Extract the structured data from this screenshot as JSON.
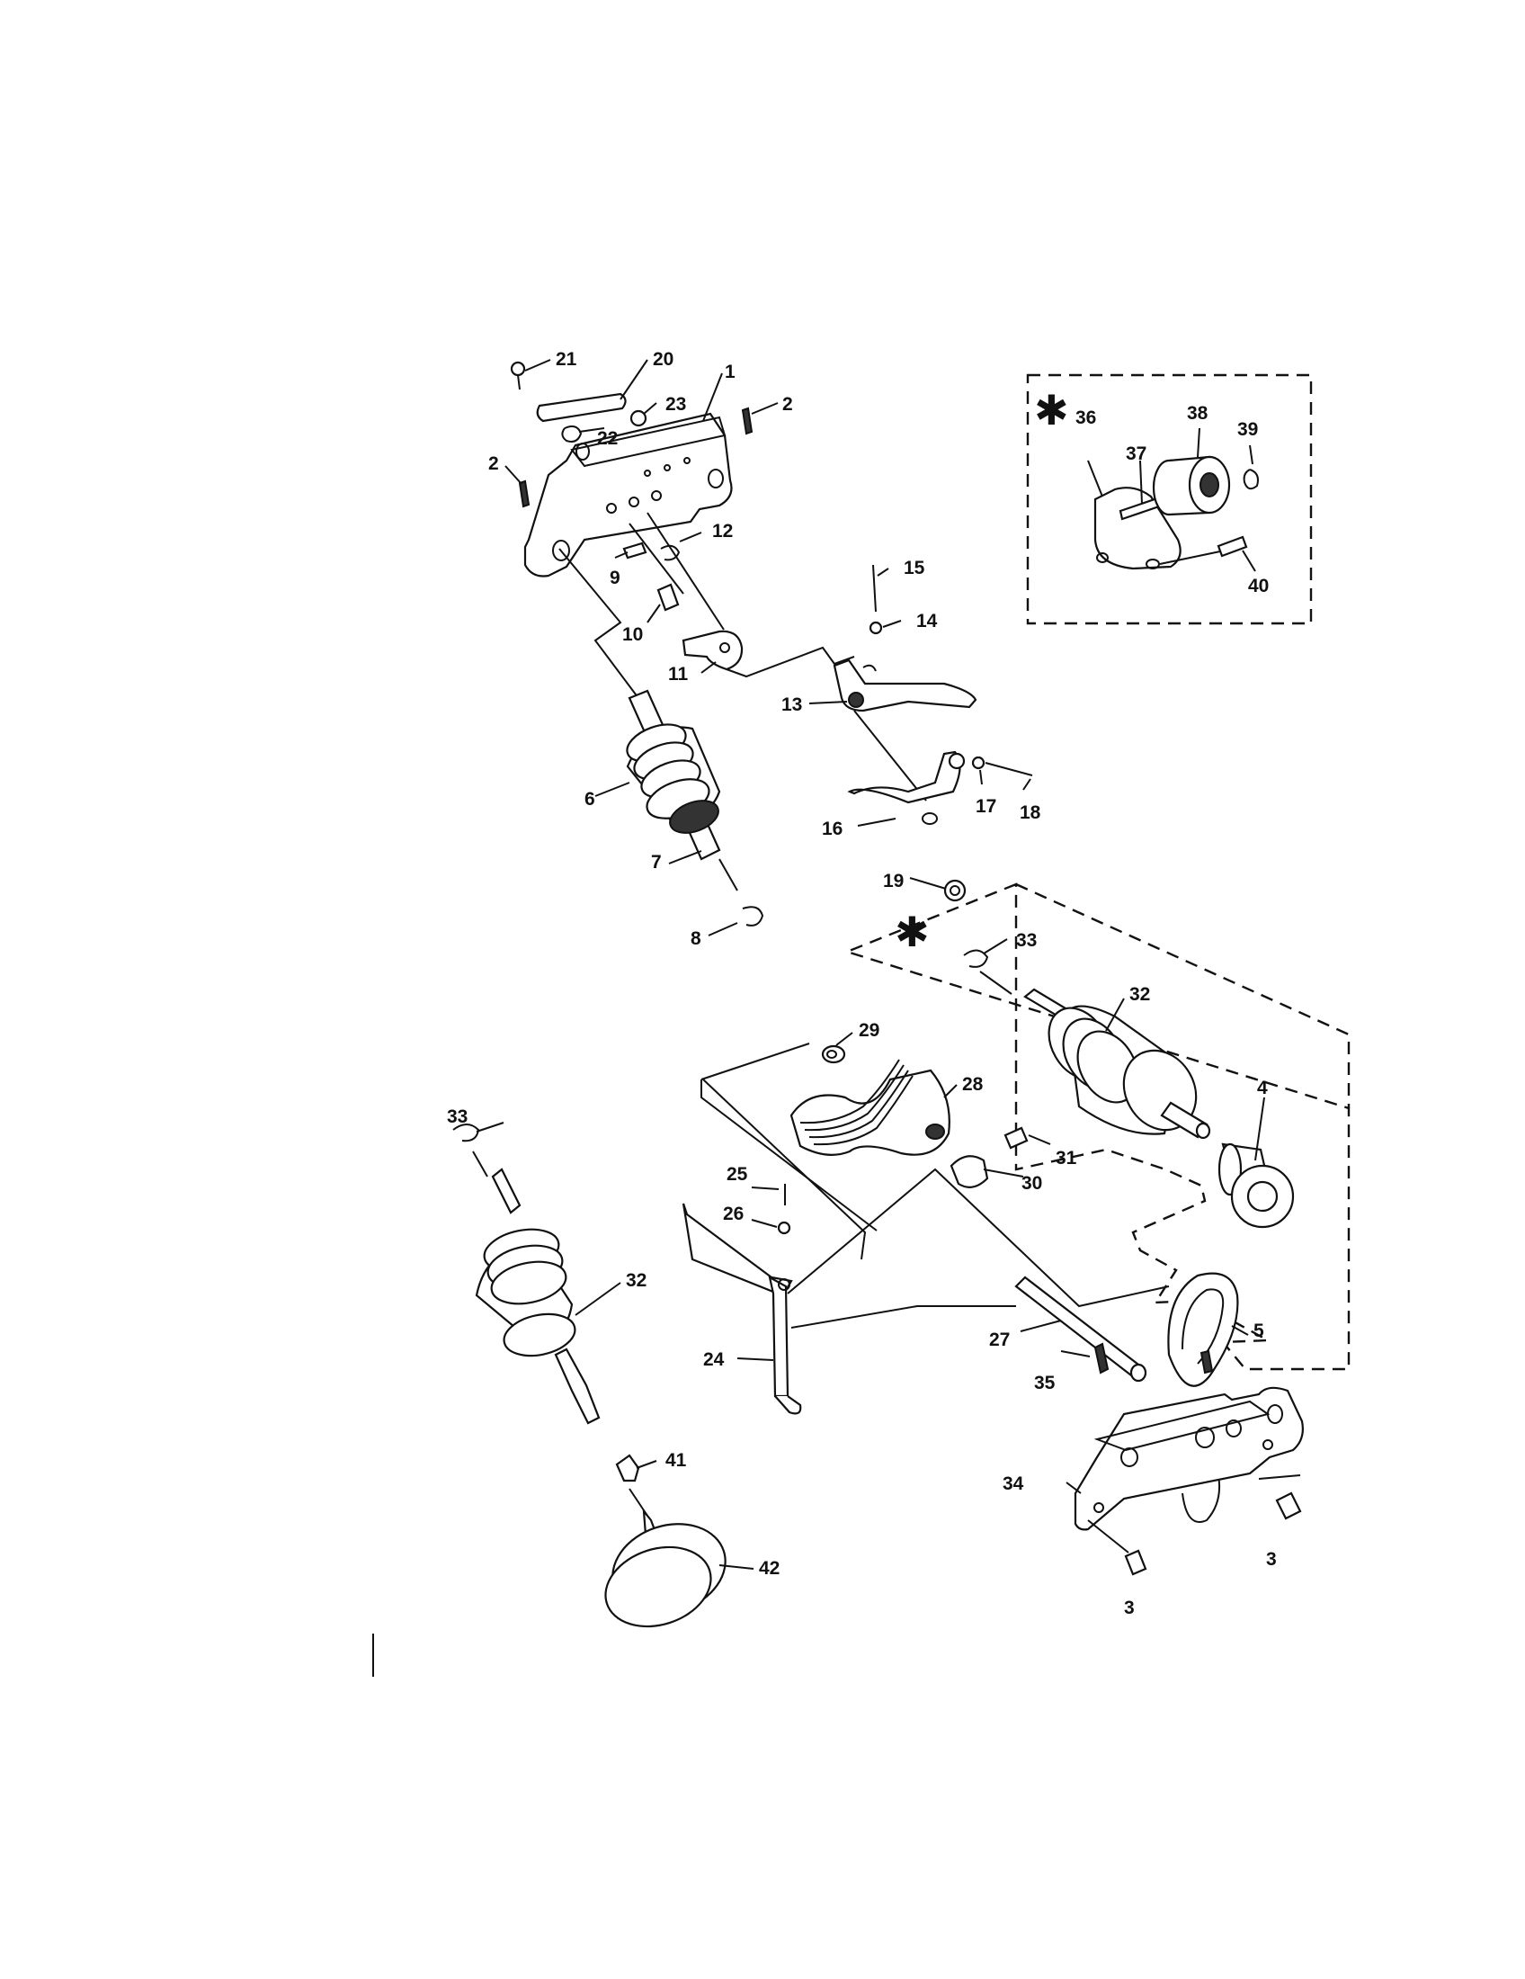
{
  "diagram": {
    "asterisk_symbol": "✱",
    "labels": {
      "p1": "1",
      "p2a": "2",
      "p2b": "2",
      "p3a": "3",
      "p3b": "3",
      "p4": "4",
      "p5": "5",
      "p6": "6",
      "p7": "7",
      "p8": "8",
      "p9": "9",
      "p10": "10",
      "p11": "11",
      "p12": "12",
      "p13": "13",
      "p14": "14",
      "p15": "15",
      "p16": "16",
      "p17": "17",
      "p18": "18",
      "p19": "19",
      "p20": "20",
      "p21": "21",
      "p22": "22",
      "p23": "23",
      "p24": "24",
      "p25": "25",
      "p26": "26",
      "p27": "27",
      "p28": "28",
      "p29": "29",
      "p30": "30",
      "p31": "31",
      "p32a": "32",
      "p32b": "32",
      "p33a": "33",
      "p33b": "33",
      "p34": "34",
      "p35": "35",
      "p36": "36",
      "p37": "37",
      "p38": "38",
      "p39": "39",
      "p40": "40",
      "p41": "41",
      "p42": "42"
    }
  }
}
